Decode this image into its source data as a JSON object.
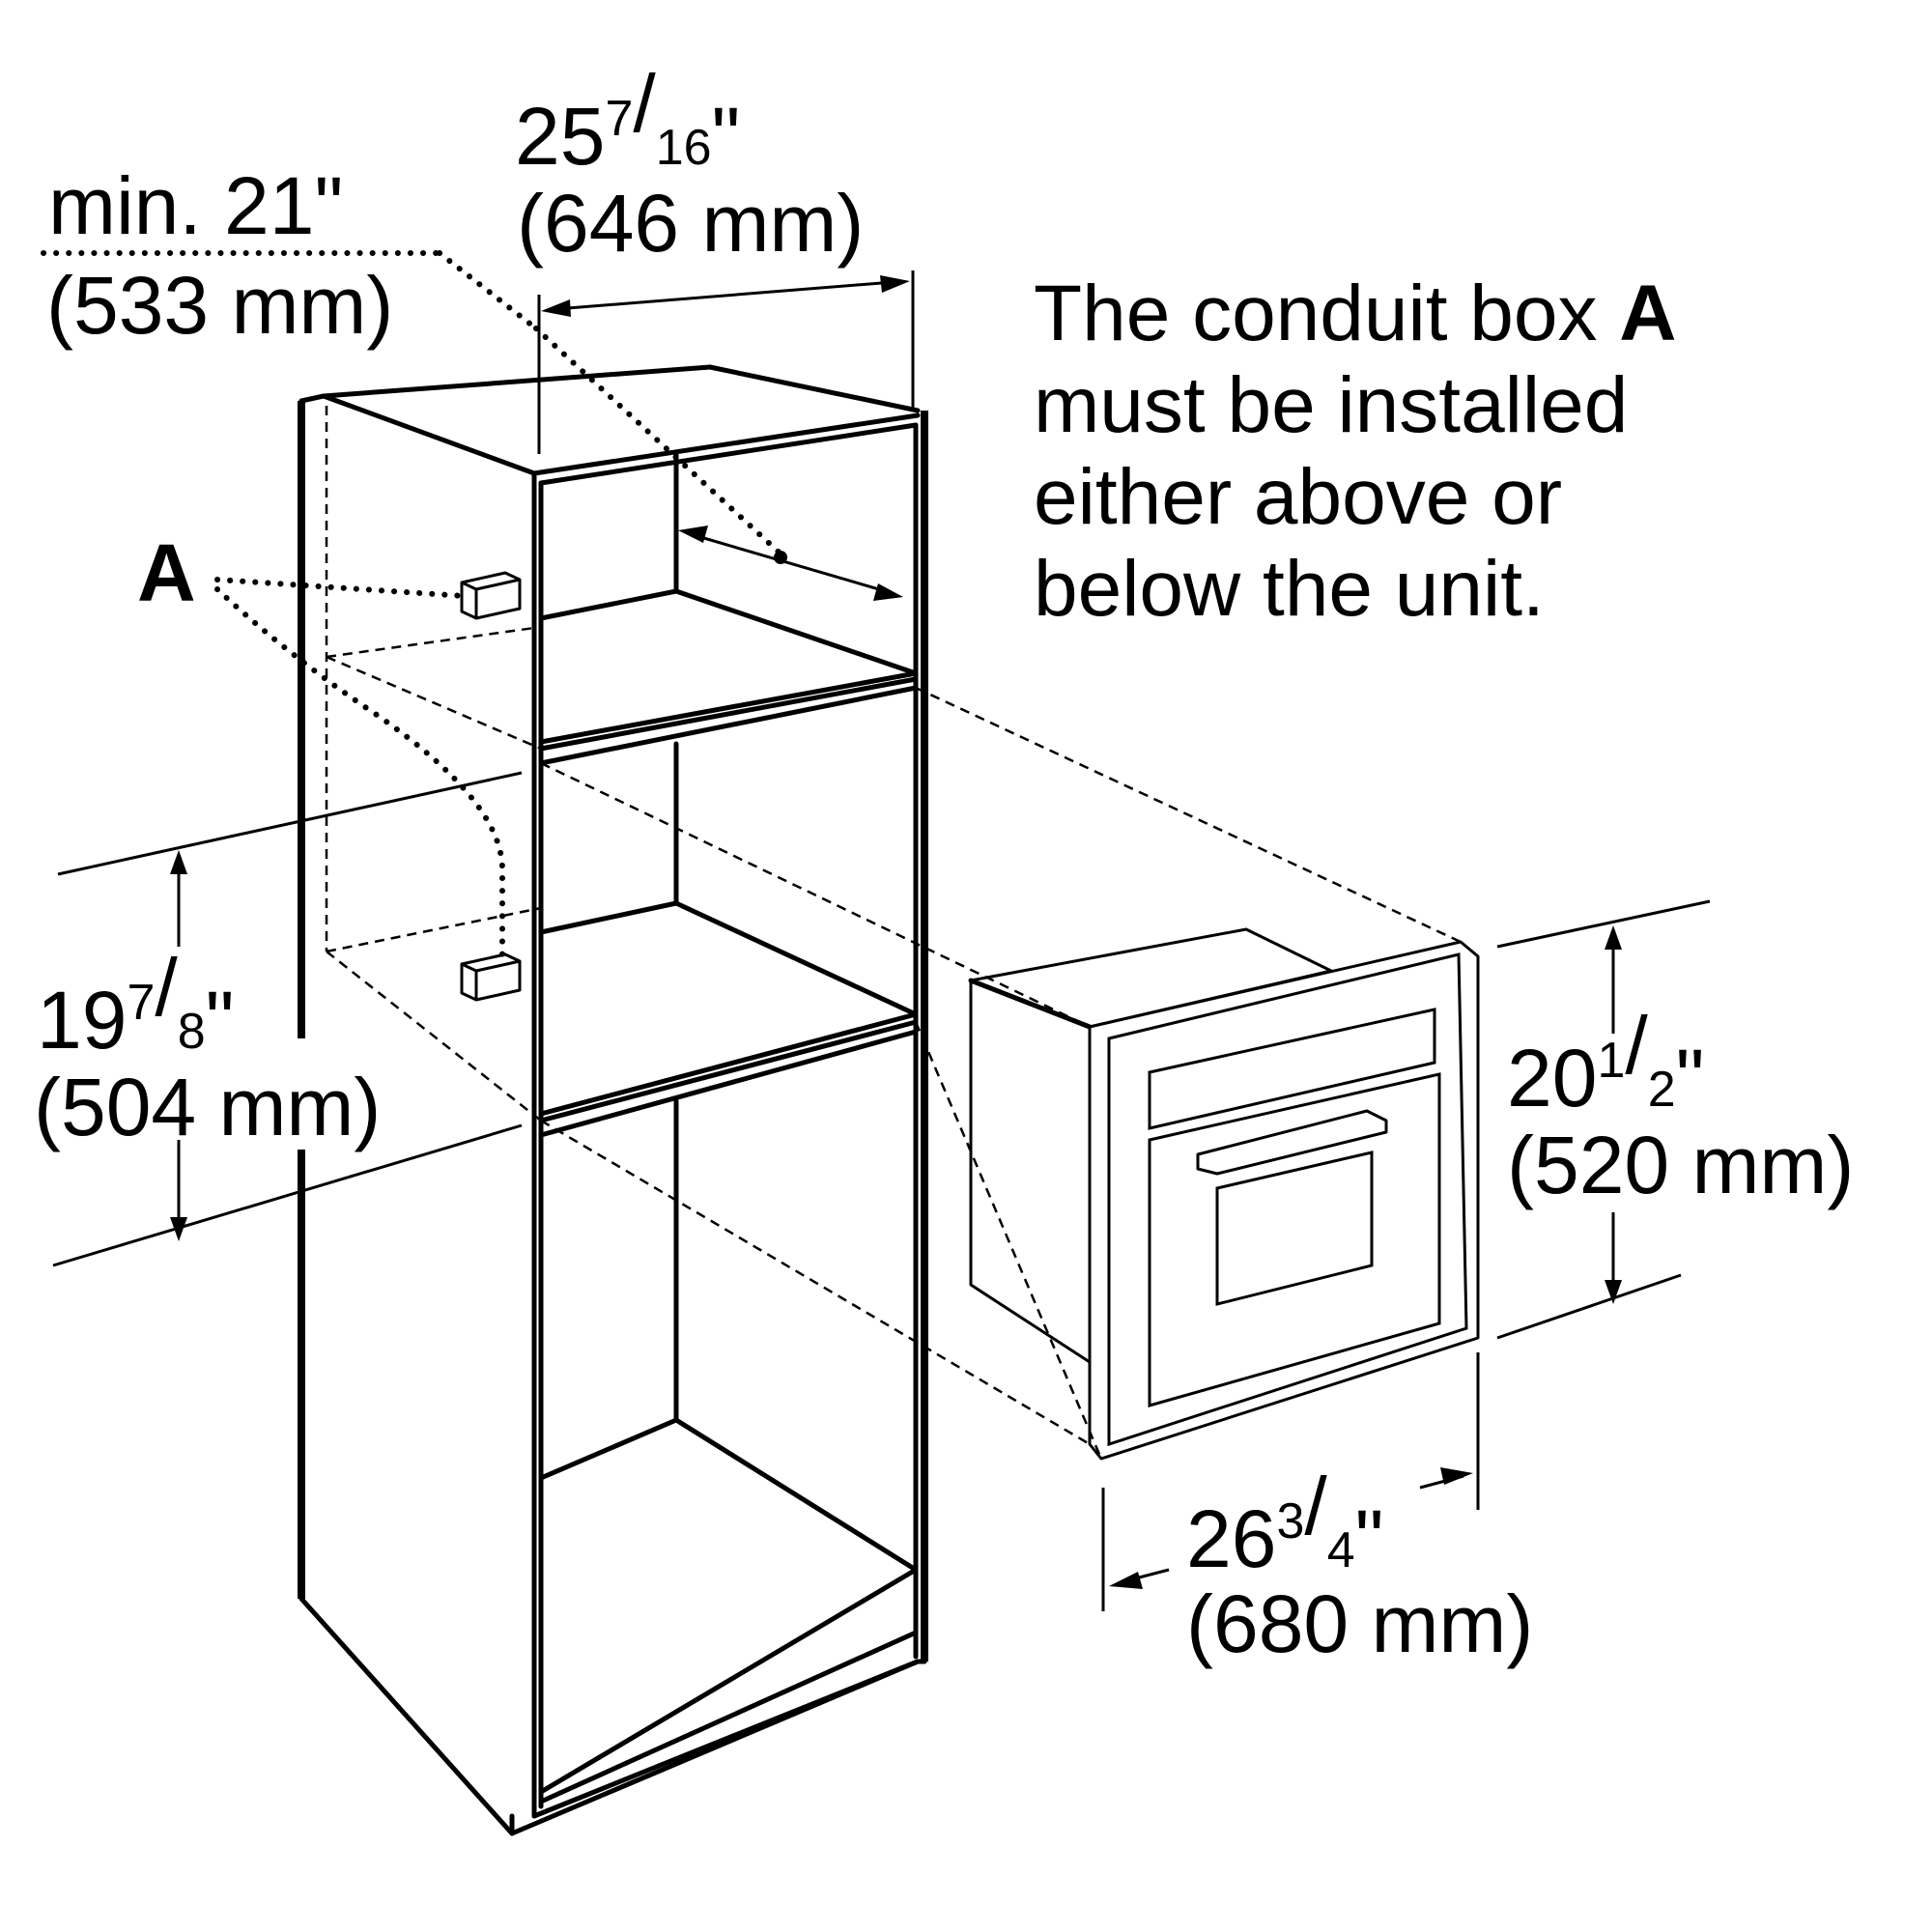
{
  "dimensions": {
    "width_top": {
      "value": "25",
      "frac_num": "7",
      "frac_den": "16",
      "unit": "\"",
      "metric": "(646 mm)"
    },
    "min_depth": {
      "inches": "min. 21\"",
      "metric": "(533 mm)"
    },
    "cutout_height": {
      "value": "19",
      "frac_num": "7",
      "frac_den": "8",
      "unit": "\"",
      "metric": "(504 mm)"
    },
    "oven_height": {
      "value": "20",
      "frac_num": "1",
      "frac_den": "2",
      "unit": "\"",
      "metric": "(520 mm)"
    },
    "oven_width": {
      "value": "26",
      "frac_num": "3",
      "frac_den": "4",
      "unit": "\"",
      "metric": "(680 mm)"
    }
  },
  "labels": {
    "conduit_box": "A"
  },
  "note": {
    "line1_text": "The conduit box ",
    "line1_bold": "A",
    "line2": "must be installed",
    "line3": "either above or",
    "line4": "below the unit."
  }
}
